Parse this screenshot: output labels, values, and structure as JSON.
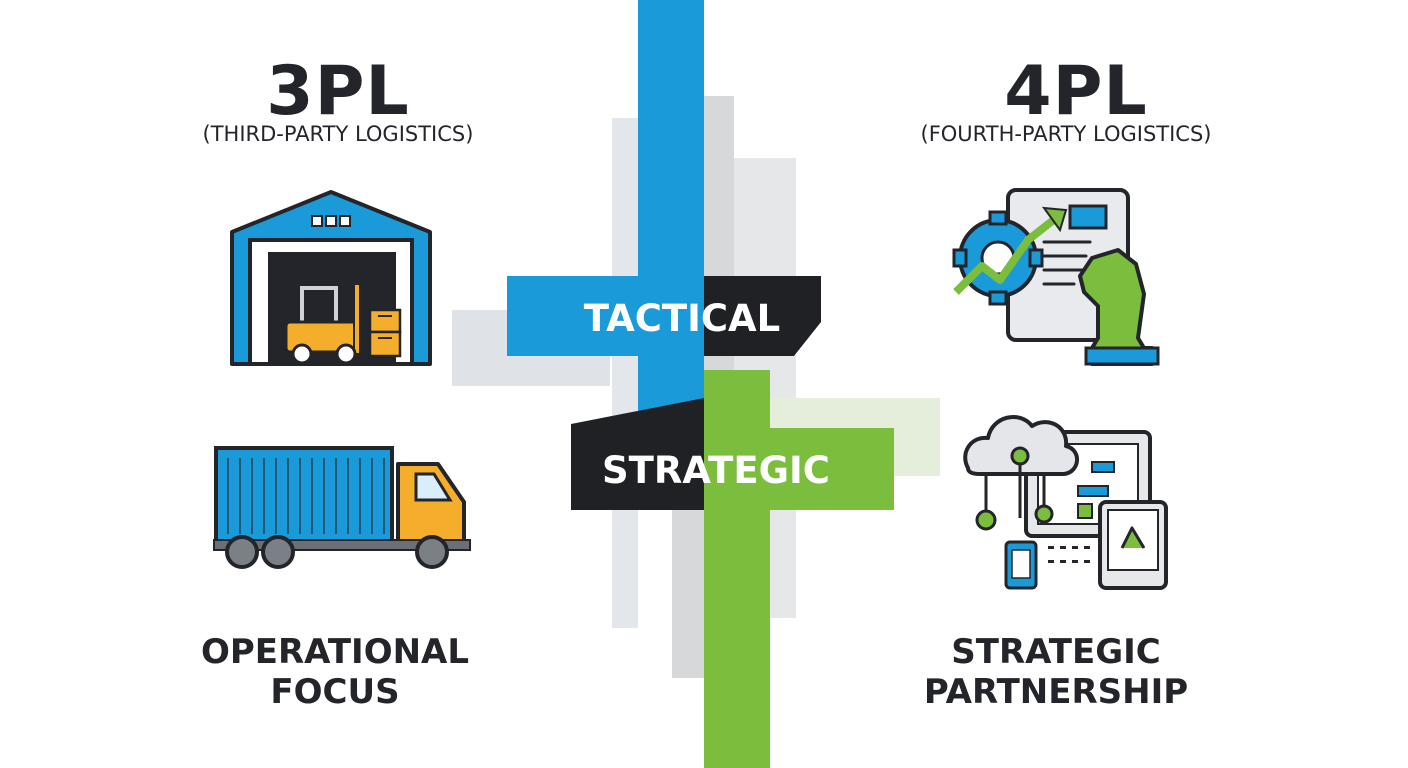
{
  "left": {
    "title": "3PL",
    "subtitle": "(THIRD-PARTY LOGISTICS)",
    "focus_line1": "OPERATIONAL",
    "focus_line2": "FOCUS",
    "icons": [
      "warehouse-forklift-icon",
      "delivery-truck-icon"
    ]
  },
  "right": {
    "title": "4PL",
    "subtitle": "(FOURTH-PARTY LOGISTICS)",
    "focus_line1": "STRATEGIC",
    "focus_line2": "PARTNERSHIP",
    "icons": [
      "strategy-gear-chess-icon",
      "cloud-network-devices-icon"
    ]
  },
  "center": {
    "tactical_label": "TACTICAL",
    "strategic_label": "STRATEGIC"
  },
  "colors": {
    "blue": "#1b9ad9",
    "green": "#7bbd3c",
    "dark": "#1f2125",
    "orange": "#f5ad2c",
    "gray": "#c8c9cb"
  }
}
